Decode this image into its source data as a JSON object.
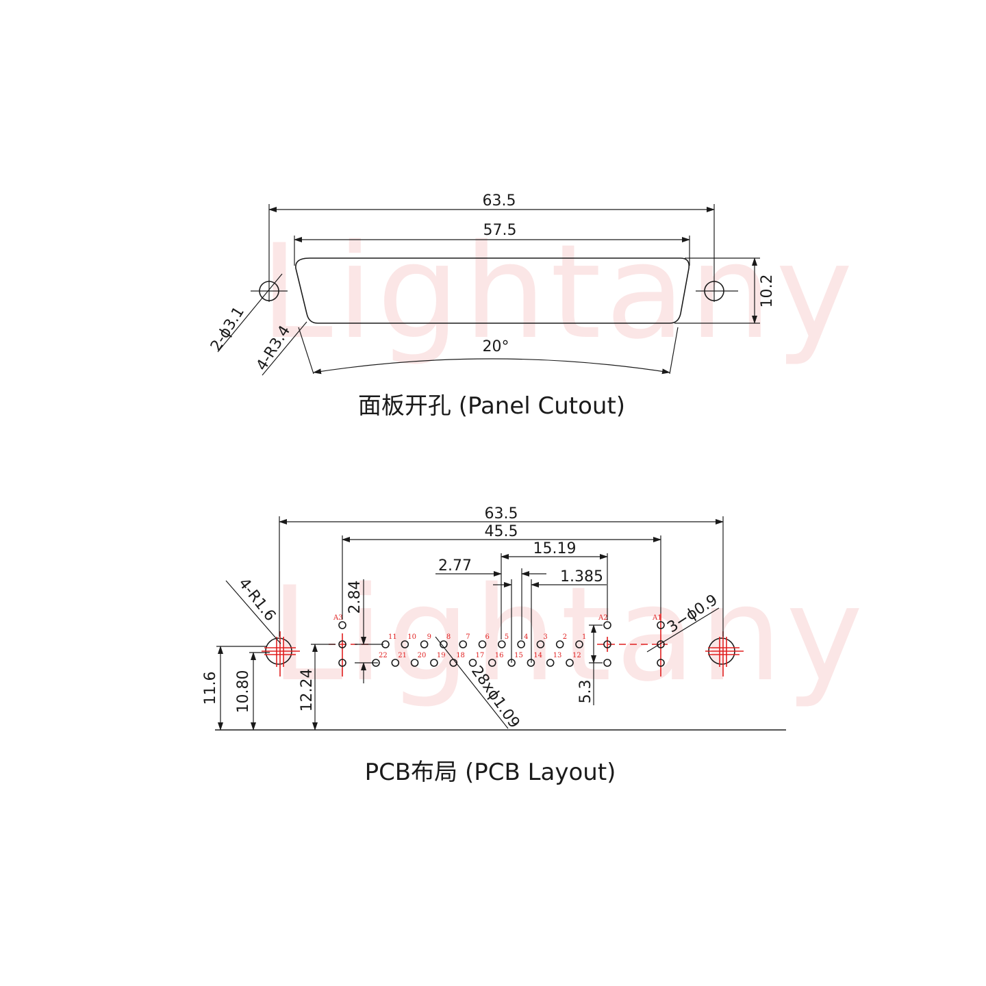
{
  "watermark": "Lightany",
  "panel": {
    "dim_overall": "63.5",
    "dim_cutout": "57.5",
    "dim_height": "10.2",
    "dim_holes": "2-ϕ3.1",
    "dim_radius": "4-R3.4",
    "dim_angle": "20°",
    "caption": "面板开孔 (Panel Cutout)"
  },
  "pcb": {
    "dim_overall": "63.5",
    "dim_span": "45.5",
    "dim_row": "15.19",
    "dim_pitch": "2.77",
    "dim_half_pitch": "1.385",
    "dim_row_gap": "2.84",
    "dim_pin_holes": "28xϕ1.09",
    "dim_a_holes": "3−ϕ0.9",
    "dim_radius": "4-R1.6",
    "dim_h1": "11.6",
    "dim_h2": "10.80",
    "dim_h3": "12.24",
    "dim_a_spacing": "5.3",
    "caption": "PCB布局 (PCB Layout)",
    "top_row_labels": [
      "11",
      "10",
      "9",
      "8",
      "7",
      "6",
      "5",
      "4",
      "3",
      "2",
      "1"
    ],
    "bottom_row_labels": [
      "22",
      "21",
      "20",
      "19",
      "18",
      "17",
      "16",
      "15",
      "14",
      "13",
      "12"
    ],
    "a_labels": [
      "A3",
      "A2",
      "A1"
    ]
  },
  "colors": {
    "line": "#1a1a1a",
    "accent": "#e01e1e",
    "watermark": "#f8d2d2"
  }
}
